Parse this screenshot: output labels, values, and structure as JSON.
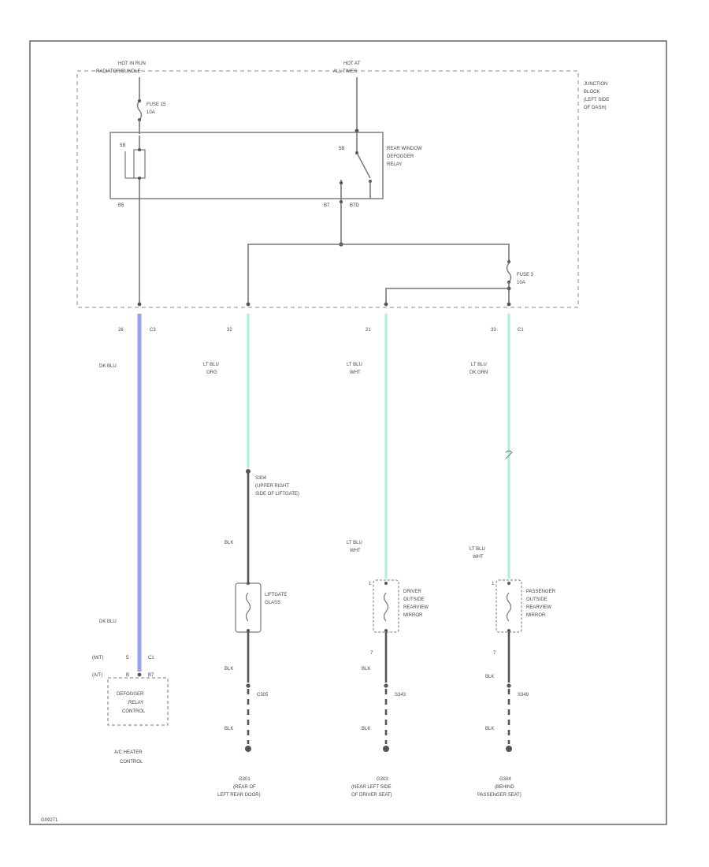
{
  "colors": {
    "dk_blu": "#9aa2e8",
    "lt_blu": "#a8efe6",
    "blk": "#555555",
    "line": "#777777"
  },
  "power": {
    "hot_in_run": "HOT IN RUN",
    "hot_in_run_sub": "RADIATOR/BUNDLE",
    "hot_at_all": "HOT AT",
    "hot_at_all_sub": "ALL TIMES"
  },
  "fuses": {
    "fuse15": {
      "name": "FUSE 15",
      "rating": "10A"
    },
    "fuse3": {
      "name": "FUSE 3",
      "rating": "10A"
    }
  },
  "junction_block": {
    "l1": "JUNCTION",
    "l2": "BLOCK",
    "l3": "(LEFT SIDE",
    "l4": "OF DASH)"
  },
  "relay": {
    "l1": "REAR WINDOW",
    "l2": "DEFOGGER",
    "l3": "RELAY",
    "pin_coil_top": "5B",
    "pin_sw_top": "5B",
    "pin_coil_bot": "B5",
    "pin_a": "B7",
    "pin_b": "B7D"
  },
  "connectors": {
    "c1_pin_left": "26",
    "c1_left": "C3",
    "c2_pin": "32",
    "c3_pin": "21",
    "c4_pin": "33",
    "c4": "C1"
  },
  "wires": {
    "dk_blu_top": "DK BLU",
    "dk_blu_bot": "DK BLU",
    "w2_top_1": "LT BLU",
    "w2_top_2": "ORG",
    "w3_top_1": "LT BLU",
    "w3_top_2": "WHT",
    "w4_top_1": "LT BLU",
    "w4_top_2": "DK GRN",
    "w3_bot_1": "LT BLU",
    "w3_bot_2": "WHT",
    "w4_bot_1": "LT BLU",
    "w4_bot_2": "WHT",
    "w2_mid": "BLK",
    "blk_a": "BLK",
    "blk_b": "BLK",
    "blk_c": "BLK",
    "blk_d": "BLK",
    "blk_e": "BLK",
    "blk_f": "BLK"
  },
  "splice": {
    "name": "S304",
    "l1": "(UPPER RIGHT",
    "l2": "SIDE OF LIFTGATE)"
  },
  "components": {
    "liftgate": {
      "l1": "LIFTGATE",
      "l2": "GLASS"
    },
    "driver_mirror": {
      "l1": "DRIVER",
      "l2": "OUTSIDE",
      "l3": "REARVIEW",
      "l4": "MIRROR",
      "pin_top": "1",
      "pin_bot": "7"
    },
    "pass_mirror": {
      "l1": "PASSENGER",
      "l2": "OUTSIDE",
      "l3": "REARVIEW",
      "l4": "MIRROR",
      "pin_top": "1",
      "pin_bot": "7"
    },
    "hvac": {
      "mt": "(M/T)",
      "at": "(A/T)",
      "pin_mt": "5",
      "pin_at": "B",
      "conn": "C1",
      "conn_b": "B7",
      "l1": "DEFOGGER",
      "l2": "RELAY",
      "l3": "CONTROL",
      "name_1": "A/C HEATER",
      "name_2": "CONTROL"
    }
  },
  "grounds": {
    "g1": {
      "conn": "C305",
      "name": "G301",
      "l1": "(REAR OF",
      "l2": "LEFT REAR DOOR)"
    },
    "g2": {
      "conn": "S343",
      "name": "G303",
      "l1": "(NEAR LEFT SIDE",
      "l2": "OF DRIVER SEAT)"
    },
    "g3": {
      "conn": "S349",
      "name": "G304",
      "l1": "(BEHIND",
      "l2": "PASSENGER SEAT)"
    }
  },
  "footer": {
    "code": "G09271"
  }
}
